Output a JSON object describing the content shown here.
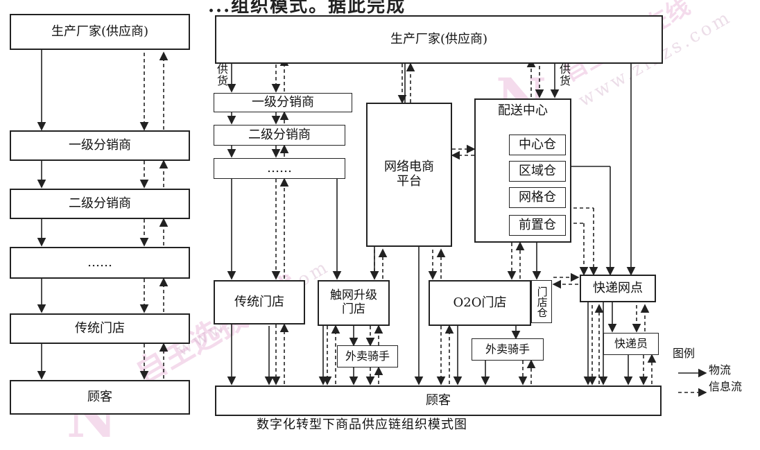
{
  "header_text": "...组织模式。据此完成",
  "caption": "数字化转型下商品供应链组织模式图",
  "left": {
    "manufacturer": "生产厂家(供应商)",
    "dist1": "一级分销商",
    "dist2": "二级分销商",
    "ellipsis": "……",
    "store": "传统门店",
    "customer": "顾客"
  },
  "right": {
    "manufacturer": "生产厂家(供应商)",
    "supply_left": "供货",
    "supply_right": "供货",
    "dist1": "一级分销商",
    "dist2": "二级分销商",
    "ellipsis": "……",
    "platform": "网络电商\n平台",
    "distribution_center": "配送中心",
    "warehouses": [
      "中心仓",
      "区域仓",
      "网格仓",
      "前置仓"
    ],
    "traditional_store": "传统门店",
    "upgraded_store": "触网升级\n门店",
    "o2o_store": "O2O门店",
    "store_warehouse": "门店仓",
    "courier_station": "快递网点",
    "rider1": "外卖骑手",
    "rider2": "外卖骑手",
    "courier": "快递员",
    "customer": "顾客"
  },
  "legend": {
    "title": "图例",
    "logistics": "物流",
    "information": "信息流"
  },
  "watermarks": {
    "logo": "N",
    "brand": "自主选拔在线",
    "site": "www.zizzs.com"
  },
  "colors": {
    "line": "#222222",
    "watermark": "#e7b0d6"
  }
}
